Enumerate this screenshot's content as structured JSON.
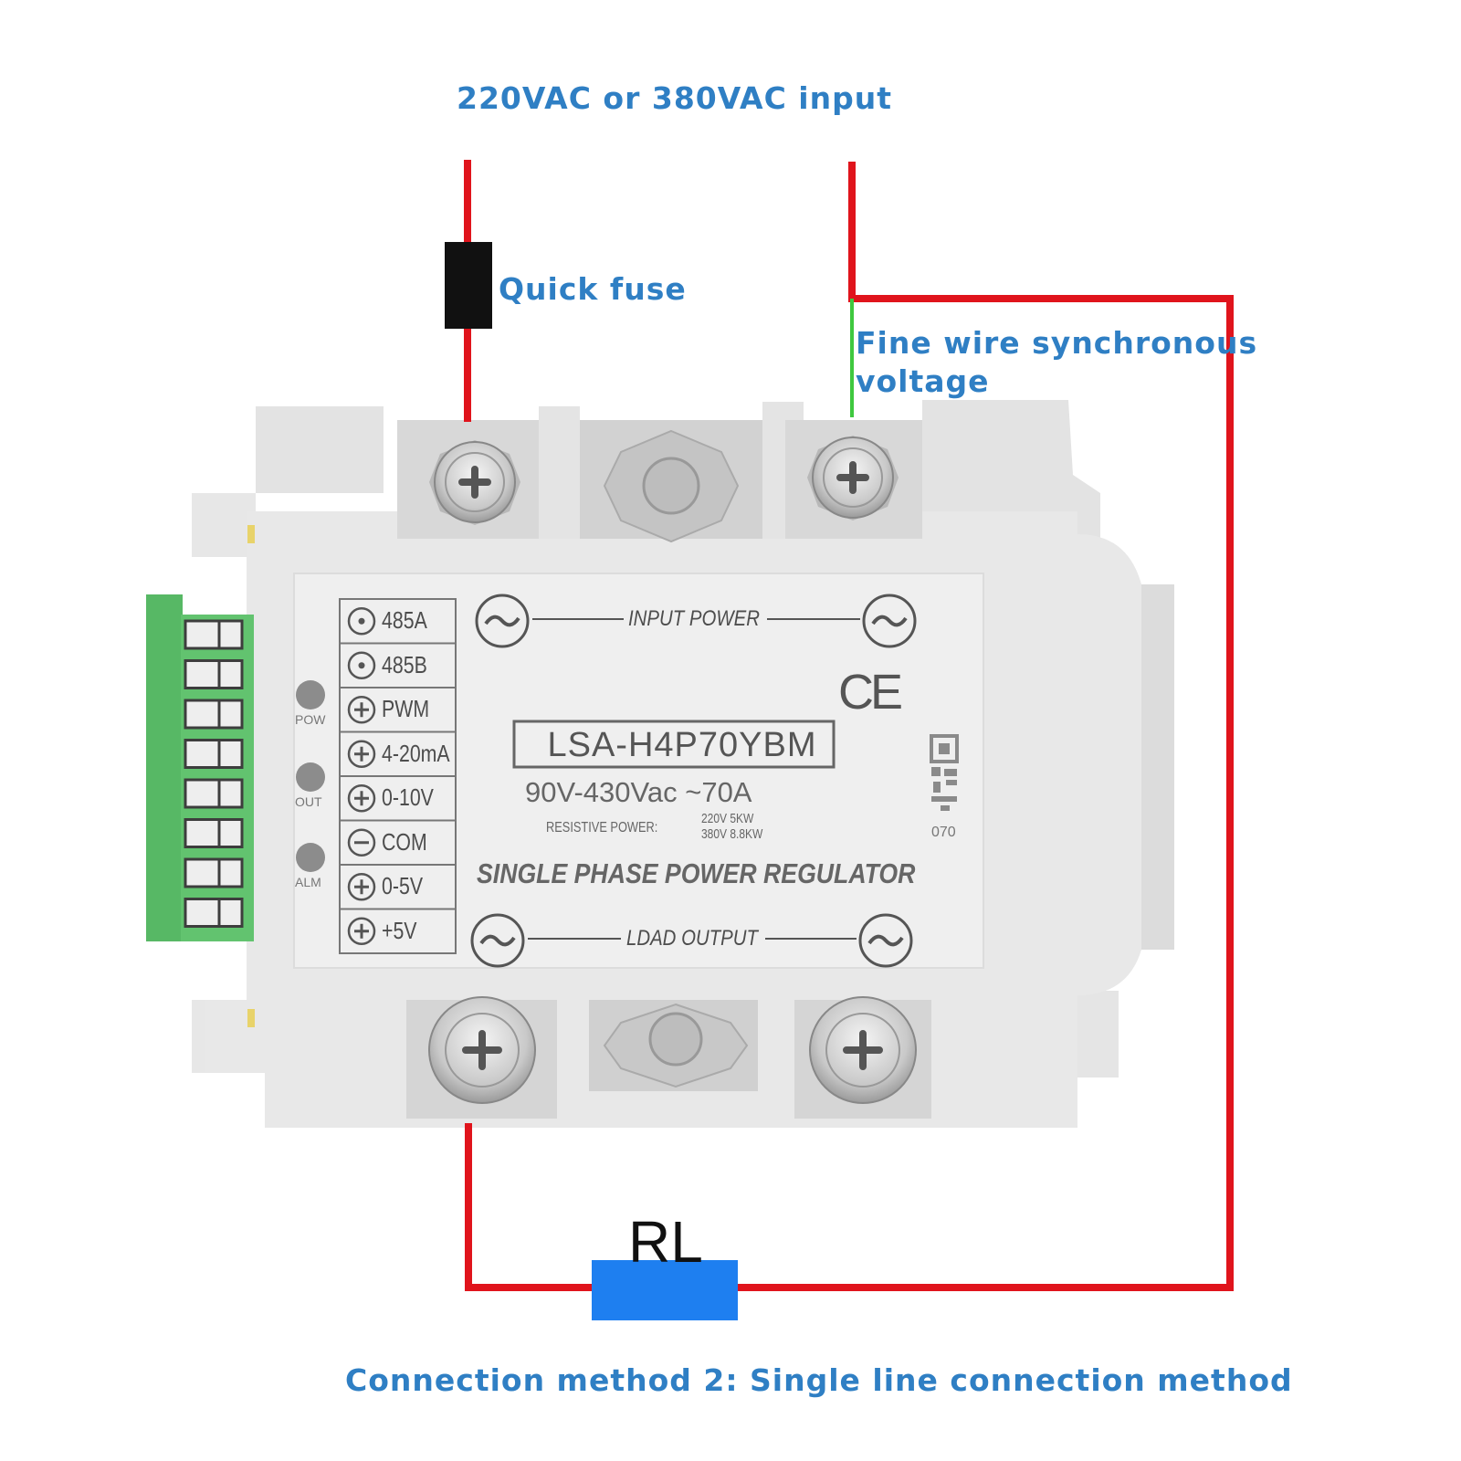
{
  "labels": {
    "input": "220VAC or 380VAC input",
    "fuse": "Quick fuse",
    "sync_line1": "Fine wire synchronous",
    "sync_line2": "voltage",
    "load": "RL",
    "method": "Connection method 2: Single line connection method"
  },
  "device": {
    "terminals": [
      "485A",
      "485B",
      "PWM",
      "4-20mA",
      "0-10V",
      "COM",
      "0-5V",
      "+5V"
    ],
    "terminal_symbols": [
      "dot",
      "dot",
      "plus",
      "plus",
      "plus",
      "minus",
      "plus",
      "plus"
    ],
    "leds": [
      "POW",
      "OUT",
      "ALM"
    ],
    "input_bus": "INPUT  POWER",
    "output_bus": "LDAD  OUTPUT",
    "model": "LSA-H4P70YBM",
    "rating": "90V-430Vac ~70A",
    "resistive_label": "RESISTIVE POWER:",
    "resistive_values": [
      "220V  5KW",
      "380V  8.8KW"
    ],
    "product_name": "SINGLE PHASE POWER REGULATOR",
    "mark": "CE",
    "code": "070"
  },
  "colors": {
    "label_blue": "#2f7fc4",
    "wire_red": "#e0141c",
    "sync_wire_green": "#3fc83f",
    "fuse_black": "#111111",
    "load_blue": "#1e7ff0",
    "terminal_block_green": "#5cc06a",
    "housing_gray": "#e6e6e6"
  }
}
